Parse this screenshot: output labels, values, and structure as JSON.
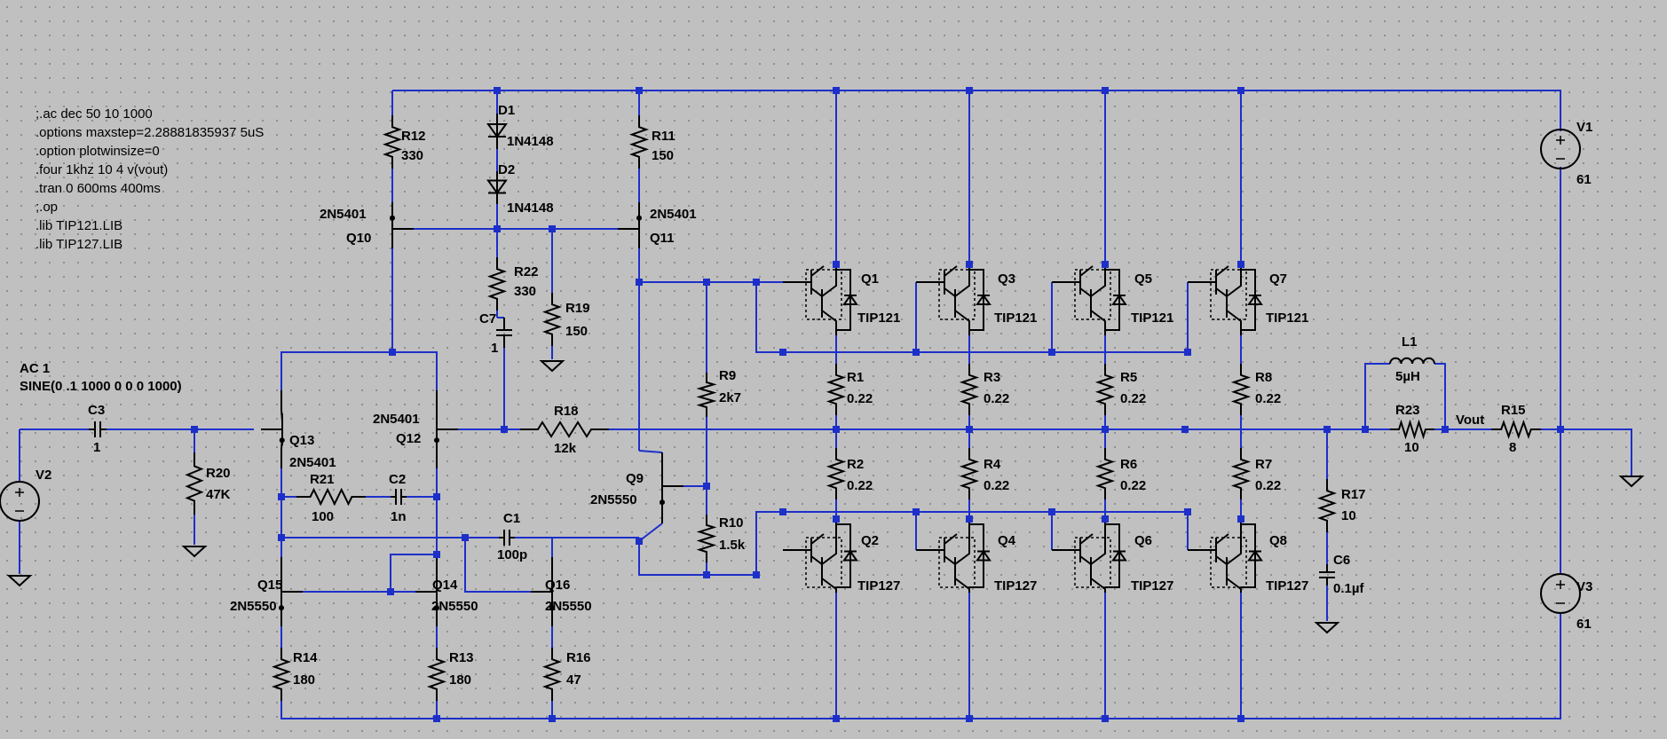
{
  "spice_directives": [
    ";.ac dec 50 10 1000",
    ".options maxstep=2.28881835937 5uS",
    ".option plotwinsize=0",
    ".four 1khz 10 4 v(vout)",
    ".tran 0 600ms 400ms",
    ";.op",
    "",
    ".lib TIP121.LIB",
    ".lib TIP127.LIB"
  ],
  "source_v2": {
    "line1": "AC 1",
    "line2": "SINE(0 .1 1000 0 0 0 1000)",
    "name": "V2"
  },
  "supplies": {
    "v1_name": "V1",
    "v1_value": "61",
    "v3_name": "V3",
    "v3_value": "61"
  },
  "components": {
    "R12": {
      "name": "R12",
      "value": "330"
    },
    "R11": {
      "name": "R11",
      "value": "150"
    },
    "D1": {
      "name": "D1",
      "value": "1N4148"
    },
    "D2": {
      "name": "D2",
      "value": "1N4148"
    },
    "Q10": {
      "name": "Q10",
      "model": "2N5401"
    },
    "Q11": {
      "name": "Q11",
      "model": "2N5401"
    },
    "R22": {
      "name": "R22",
      "value": "330"
    },
    "C7": {
      "name": "C7",
      "value": "1"
    },
    "R19": {
      "name": "R19",
      "value": "150"
    },
    "C3": {
      "name": "C3",
      "value": "1"
    },
    "R20": {
      "name": "R20",
      "value": "47K"
    },
    "Q13": {
      "name": "Q13",
      "model": "2N5401"
    },
    "Q12": {
      "name": "Q12",
      "model": "2N5401"
    },
    "R18": {
      "name": "R18",
      "value": "12k"
    },
    "R21": {
      "name": "R21",
      "value": "100"
    },
    "C2": {
      "name": "C2",
      "value": "1n"
    },
    "C1": {
      "name": "C1",
      "value": "100p"
    },
    "Q9": {
      "name": "Q9",
      "model": "2N5550"
    },
    "R9": {
      "name": "R9",
      "value": "2k7"
    },
    "R10": {
      "name": "R10",
      "value": "1.5k"
    },
    "Q15": {
      "name": "Q15",
      "model": "2N5550"
    },
    "Q14": {
      "name": "Q14",
      "model": "2N5550"
    },
    "Q16": {
      "name": "Q16",
      "model": "2N5550"
    },
    "R14": {
      "name": "R14",
      "value": "180"
    },
    "R13": {
      "name": "R13",
      "value": "180"
    },
    "R16": {
      "name": "R16",
      "value": "47"
    },
    "Q1": {
      "name": "Q1",
      "model": "TIP121"
    },
    "Q3": {
      "name": "Q3",
      "model": "TIP121"
    },
    "Q5": {
      "name": "Q5",
      "model": "TIP121"
    },
    "Q7": {
      "name": "Q7",
      "model": "TIP121"
    },
    "Q2": {
      "name": "Q2",
      "model": "TIP127"
    },
    "Q4": {
      "name": "Q4",
      "model": "TIP127"
    },
    "Q6": {
      "name": "Q6",
      "model": "TIP127"
    },
    "Q8": {
      "name": "Q8",
      "model": "TIP127"
    },
    "R1": {
      "name": "R1",
      "value": "0.22"
    },
    "R3": {
      "name": "R3",
      "value": "0.22"
    },
    "R5": {
      "name": "R5",
      "value": "0.22"
    },
    "R8": {
      "name": "R8",
      "value": "0.22"
    },
    "R2": {
      "name": "R2",
      "value": "0.22"
    },
    "R4": {
      "name": "R4",
      "value": "0.22"
    },
    "R6": {
      "name": "R6",
      "value": "0.22"
    },
    "R7": {
      "name": "R7",
      "value": "0.22"
    },
    "L1": {
      "name": "L1",
      "value": "5µH"
    },
    "R23": {
      "name": "R23",
      "value": "10"
    },
    "R15": {
      "name": "R15",
      "value": "8"
    },
    "R17": {
      "name": "R17",
      "value": "10"
    },
    "C6": {
      "name": "C6",
      "value": "0.1µf"
    }
  },
  "net_labels": {
    "vout": "Vout"
  },
  "colors": {
    "wire": "#1d2fc9",
    "part": "#000000",
    "background": "#c0c0c0"
  }
}
